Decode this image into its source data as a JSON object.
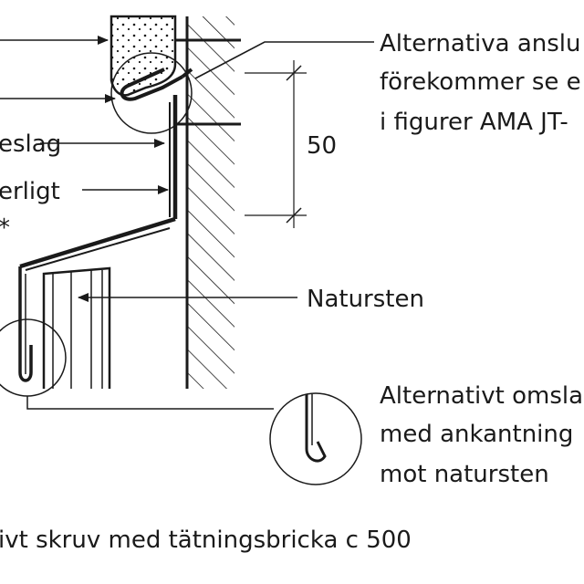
{
  "labels": {
    "alt_connection_line1": "Alternativa anslu",
    "alt_connection_line2": "förekommer se e",
    "alt_connection_line3": "i figurer AMA JT-",
    "fold_label": "eslag",
    "vertical_label": "erligt",
    "asterisk": "*",
    "dimension_value": "50",
    "natural_stone": "Natursten",
    "alt_fold_line1": "Alternativt omsla",
    "alt_fold_line2": "med ankantning",
    "alt_fold_line3": "mot natursten",
    "screw_note": "ivt skruv med tätningsbricka c 500"
  },
  "colors": {
    "ink": "#1a1a1a",
    "background": "#ffffff"
  }
}
